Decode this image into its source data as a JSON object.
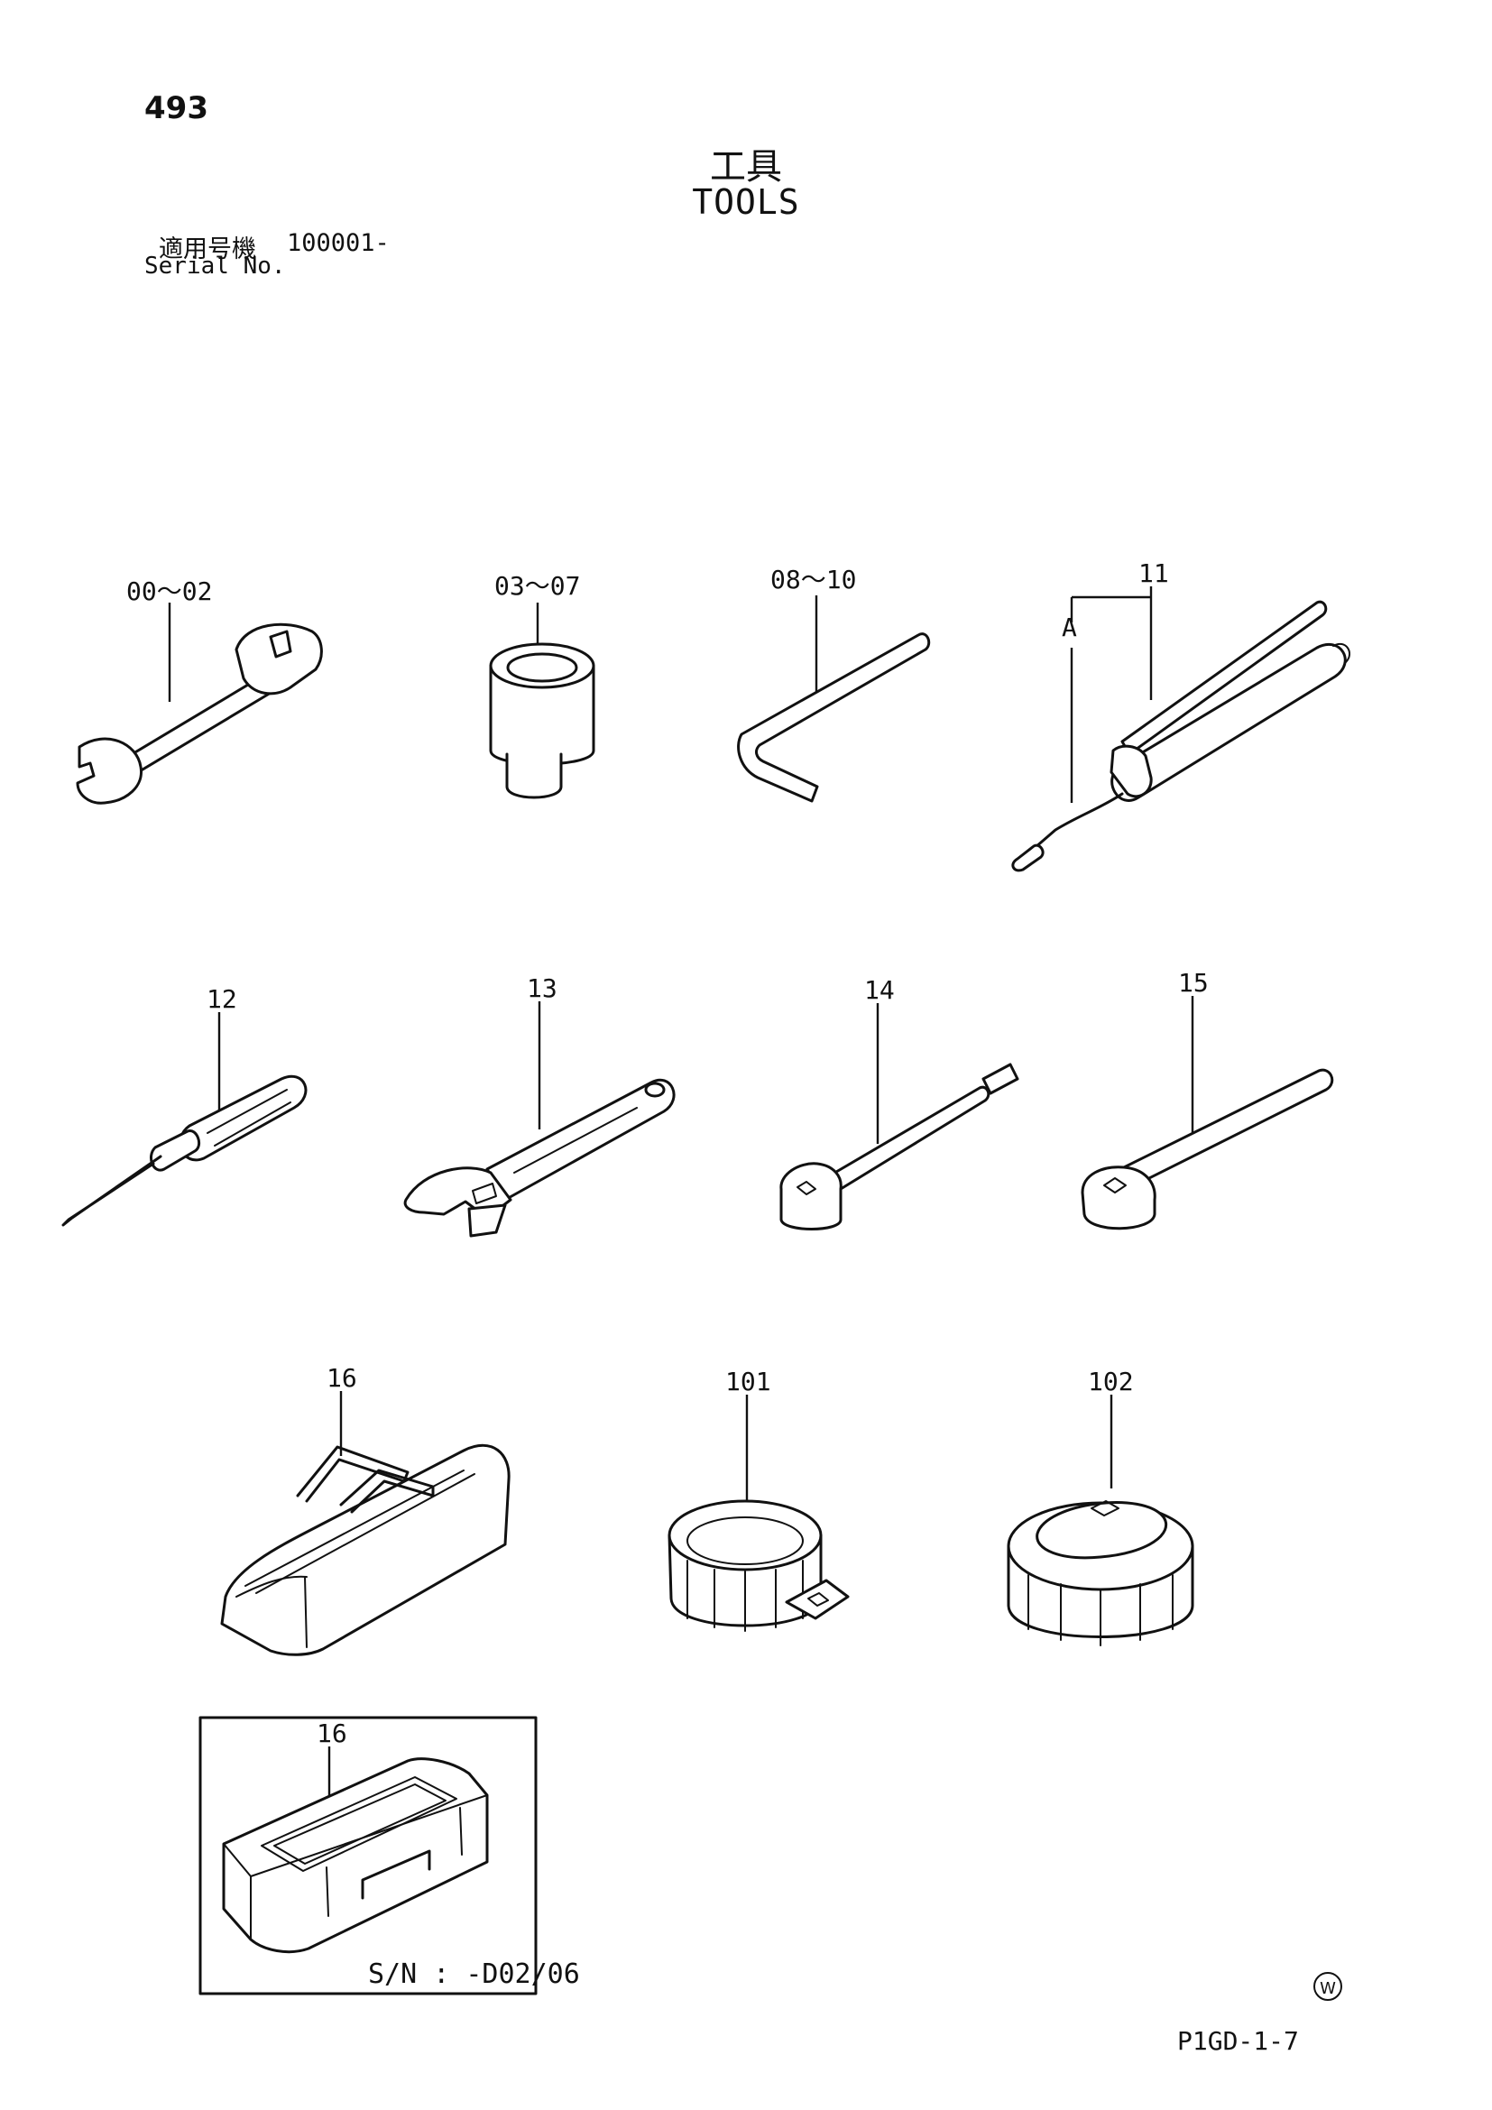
{
  "header": {
    "page_number": "493",
    "title_jp": "工具",
    "title_en": "TOOLS",
    "serial_label_jp": "適用号機",
    "serial_value": "100001-",
    "serial_label_en": "Serial No."
  },
  "callouts": {
    "wrench": "00～02",
    "socket": "03～07",
    "hex_key": "08～10",
    "grease_gun": "11",
    "grease_gun_hose": "A",
    "screwdriver": "12",
    "adjustable_wrench": "13",
    "extension_bar": "14",
    "ratchet_handle": "15",
    "tool_bag": "16",
    "filter_wrench_strap": "101",
    "filter_wrench_cap": "102",
    "tool_box": "16"
  },
  "inset": {
    "serial_note": "S/N : -D02/06"
  },
  "footer": {
    "mark": "W",
    "drawing_code": "P1GD-1-7"
  }
}
